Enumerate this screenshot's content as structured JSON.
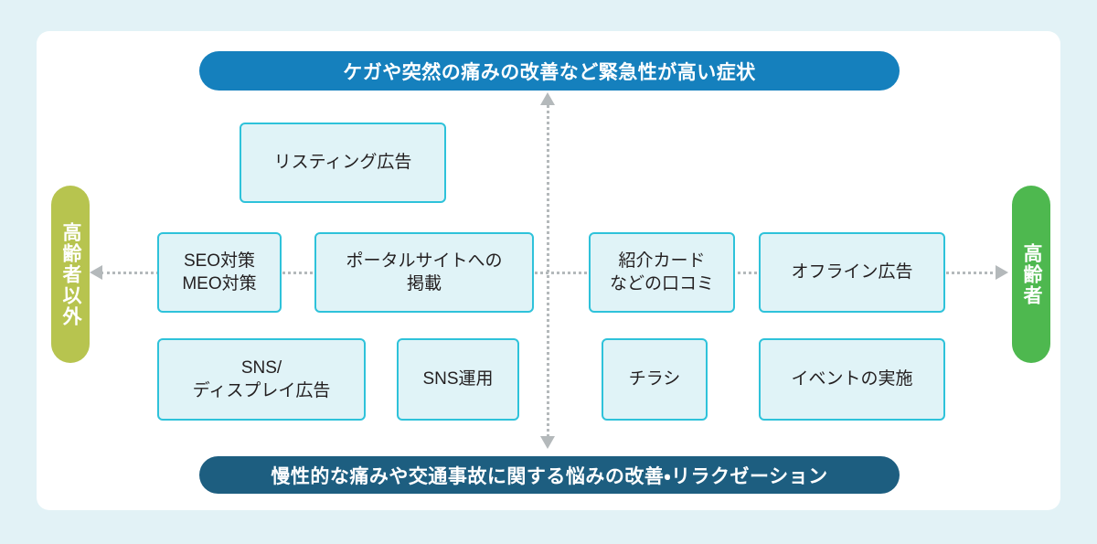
{
  "diagram": {
    "title_top": "ケガや突然の痛みの改善など緊急性が高い症状",
    "title_bottom": "慢性的な痛みや交通事故に関する悩みの改善・リラクゼーション",
    "axis_left_label": "高齢者以外",
    "axis_right_label": "高齢者",
    "colors": {
      "page_background": "#e2f2f6",
      "card_background": "#ffffff",
      "banner_top": "#1580bd",
      "banner_bottom": "#1d5e80",
      "pill_left": "#b7c44f",
      "pill_right": "#4eb84f",
      "box_fill": "#e0f3f7",
      "box_border": "#2ec2da",
      "axis": "#b4b9bb"
    },
    "boxes": [
      {
        "id": "listing-ads",
        "label": "リスティング広告",
        "quadrant": "upper-left"
      },
      {
        "id": "seo-meo",
        "label": "SEO対策\nMEO対策",
        "quadrant": "mid-left"
      },
      {
        "id": "portal-site",
        "label": "ポータルサイトへの\n掲載",
        "quadrant": "mid-left"
      },
      {
        "id": "referral-card",
        "label": "紹介カード\nなどの口コミ",
        "quadrant": "mid-right"
      },
      {
        "id": "offline-ads",
        "label": "オフライン広告",
        "quadrant": "mid-right"
      },
      {
        "id": "sns-display-ads",
        "label": "SNS/\nディスプレイ広告",
        "quadrant": "lower-left"
      },
      {
        "id": "sns-operation",
        "label": "SNS運用",
        "quadrant": "lower-left"
      },
      {
        "id": "flyer",
        "label": "チラシ",
        "quadrant": "lower-right"
      },
      {
        "id": "event",
        "label": "イベントの実施",
        "quadrant": "lower-right"
      }
    ]
  }
}
